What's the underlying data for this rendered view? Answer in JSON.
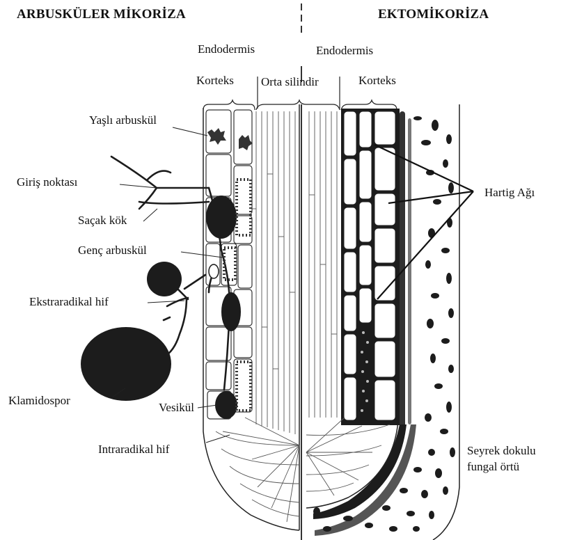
{
  "titles": {
    "left": "ARBUSKÜLER MİKORİZA",
    "right": "EKTOMİKORİZA"
  },
  "labels": {
    "endodermis_left": "Endodermis",
    "endodermis_right": "Endodermis",
    "korteks_left": "Korteks",
    "orta_silindir": "Orta silindir",
    "korteks_right": "Korteks",
    "yasli_arbuskul": "Yaşlı arbuskül",
    "giris_noktasi": "Giriş noktası",
    "sacak_kok": "Saçak kök",
    "genc_arbuskul": "Genç arbuskül",
    "ekstraradikal_hif": "Ekstraradikal hif",
    "klamidospor": "Klamidospor",
    "vesikul": "Vesikül",
    "intraradikal_hif": "Intraradikal hif",
    "hartig_agi": "Hartig Ağı",
    "seyrek_line1": "Seyrek dokulu",
    "seyrek_line2": "fungal örtü"
  },
  "colors": {
    "ink": "#111111",
    "fungus": "#1c1c1c",
    "background": "#ffffff"
  }
}
